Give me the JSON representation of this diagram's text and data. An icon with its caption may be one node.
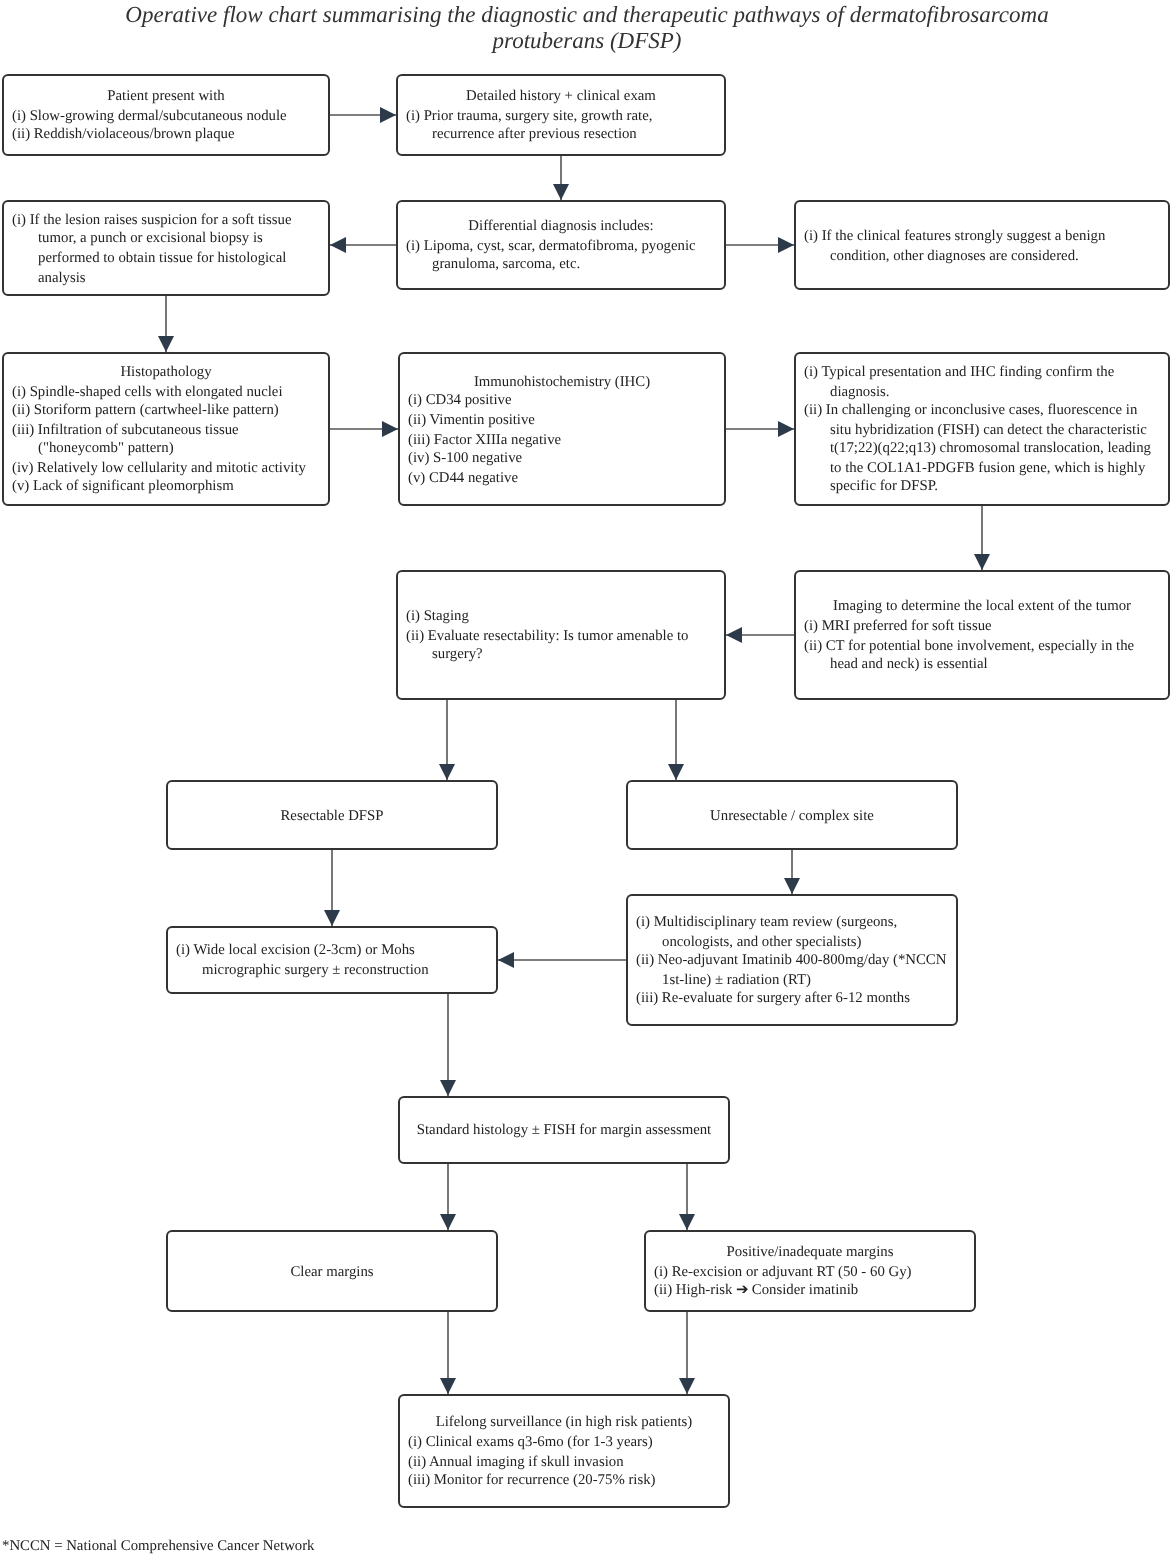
{
  "diagram": {
    "title": "Operative flow chart summarising the diagnostic and therapeutic pathways of dermatofibrosarcoma protuberans (DFSP)",
    "nodes": [
      {
        "text": [
          "Patient present with",
          "(i) Slow-growing dermal/subcutaneous nodule",
          "(ii) Reddish/violaceous/brown plaque"
        ]
      },
      {
        "text": [
          "Detailed history + clinical exam",
          "(i) Prior trauma, surgery site, growth rate, recurrence after previous resection"
        ]
      },
      {
        "text": [
          "(i) If the lesion raises suspicion for a soft tissue tumor, a punch or excisional biopsy is performed to obtain tissue for histological analysis"
        ]
      },
      {
        "text": [
          "Differential diagnosis includes:",
          "(i) Lipoma, cyst, scar, dermatofibroma, pyogenic granuloma, sarcoma, etc."
        ]
      },
      {
        "text": [
          "(i) If the clinical features strongly suggest a benign condition, other diagnoses are considered."
        ]
      },
      {
        "text": [
          "Histopathology",
          "(i) Spindle-shaped cells with elongated nuclei",
          "(ii) Storiform pattern (cartwheel-like pattern)",
          "(iii) Infiltration of subcutaneous tissue (\"honeycomb\" pattern)",
          "(iv) Relatively low cellularity and mitotic activity",
          "(v) Lack of significant pleomorphism"
        ]
      },
      {
        "text": [
          "Immunohistochemistry (IHC)",
          "(i) CD34 positive",
          "(ii) Vimentin positive",
          "(iii) Factor XIIIa negative",
          "(iv) S-100 negative",
          "(v) CD44 negative"
        ]
      },
      {
        "text": [
          "(i) Typical presentation and IHC finding confirm the diagnosis.",
          "(ii) In challenging or inconclusive cases, fluorescence in situ hybridization (FISH) can detect the characteristic t(17;22)(q22;q13) chromosomal translocation, leading to the COL1A1-PDGFB fusion gene, which is highly specific for DFSP."
        ]
      },
      {
        "text": [
          "(i) Staging",
          "(ii) Evaluate resectability: Is tumor amenable to surgery?"
        ]
      },
      {
        "text": [
          "Imaging to determine the local extent of the tumor",
          "(i) MRI preferred for soft tissue",
          "(ii) CT for potential bone involvement, especially in the head and neck) is essential"
        ]
      },
      {
        "text": [
          "Resectable DFSP"
        ]
      },
      {
        "text": [
          "Unresectable / complex site"
        ]
      },
      {
        "text": [
          "(i) Wide local excision (2-3cm) or Mohs micrographic surgery ± reconstruction"
        ]
      },
      {
        "text": [
          "(i) Multidisciplinary team review (surgeons, oncologists, and other specialists)",
          "(ii) Neo-adjuvant Imatinib 400-800mg/day (*NCCN 1st-line) ± radiation (RT)",
          "(iii) Re-evaluate for surgery after 6-12 months"
        ]
      },
      {
        "text": [
          "Standard histology ± FISH for margin assessment"
        ]
      },
      {
        "text": [
          "Clear margins"
        ]
      },
      {
        "text": [
          "Positive/inadequate margins",
          "(i) Re-excision or adjuvant RT (50 - 60 Gy)",
          "(ii) High-risk ➔ Consider imatinib"
        ]
      },
      {
        "text": [
          "Lifelong surveillance (in high risk patients)",
          "(i) Clinical exams q3-6mo (for 1-3 years)",
          "(ii) Annual imaging if skull invasion",
          "(iii) Monitor for recurrence (20-75% risk)"
        ]
      }
    ],
    "edges": [
      {
        "from": 0,
        "to": 1,
        "arrow": "to"
      },
      {
        "from": 1,
        "to": 3,
        "arrow": "to"
      },
      {
        "from": 3,
        "to": 2,
        "arrow": "to"
      },
      {
        "from": 3,
        "to": 4,
        "arrow": "to"
      },
      {
        "from": 2,
        "to": 5,
        "arrow": "to"
      },
      {
        "from": 5,
        "to": 6,
        "arrow": "to"
      },
      {
        "from": 6,
        "to": 7,
        "arrow": "to"
      },
      {
        "from": 7,
        "to": 9,
        "arrow": "to"
      },
      {
        "from": 9,
        "to": 8,
        "arrow": "to"
      },
      {
        "from": 8,
        "to": 10,
        "arrow": "to"
      },
      {
        "from": 8,
        "to": 11,
        "arrow": "to"
      },
      {
        "from": 10,
        "to": 12,
        "arrow": "to"
      },
      {
        "from": 11,
        "to": 13,
        "arrow": "to"
      },
      {
        "from": 13,
        "to": 12,
        "arrow": "to"
      },
      {
        "from": 12,
        "to": 14,
        "arrow": "to"
      },
      {
        "from": 14,
        "to": 15,
        "arrow": "to"
      },
      {
        "from": 14,
        "to": 16,
        "arrow": "to"
      },
      {
        "from": 15,
        "to": 17,
        "arrow": "to"
      },
      {
        "from": 16,
        "to": 17,
        "arrow": "to"
      }
    ],
    "labels": [
      "*NCCN = National Comprehensive Cancer Network"
    ]
  }
}
